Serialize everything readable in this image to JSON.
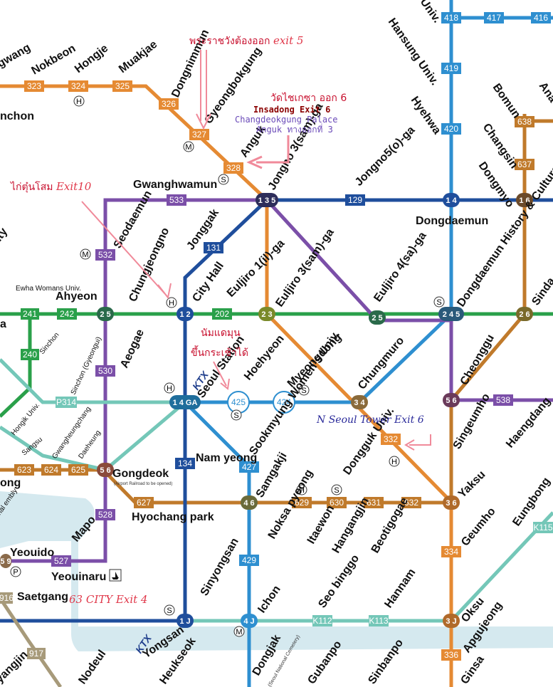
{
  "colors": {
    "line1": "#1f4e9c",
    "line2": "#2aa04a",
    "line3": "#e58a33",
    "line4": "#2e8fd0",
    "line5": "#7b4fa8",
    "line6": "#c07a2b",
    "airport": "#6ec3b4",
    "gyeongui": "#74c7b8",
    "river": "#d5e9ef",
    "annotation": "#e0384a"
  },
  "stations": {
    "gwang": "gwang",
    "nokbeon": "Nokbeon",
    "hongje": "Hongje",
    "muakjae": "Muakjae",
    "dongnimmun": "Dongnimmun",
    "gyeongbokgung": "Gyeongbokgung",
    "anguk": "Anguk",
    "jongno3": "Jongno 3(sam)-ga",
    "gwanghwamun": "Gwanghwamun",
    "jongno5": "Jongno5(o)-ga",
    "hyehwa": "Hyehwa",
    "hansung": "Hansung Univ.",
    "univ_top": "Univ.",
    "bomun": "Bomun",
    "changsin": "Changsin",
    "dongmyo": "Dongmyo",
    "dongdaemun": "Dongdaemun",
    "seodaemun": "Seodaemun",
    "jonggak": "Jonggak",
    "city_hall": "City Hall",
    "euljiro1": "Euljiro 1(il)-ga",
    "euljiro3": "Euljiro 3(sam)-ga",
    "euljiro4": "Euljiro 4(sa)-ga",
    "ddp": "Dongdaemun History & Culture Park",
    "sinda": "Sinda",
    "ewha": "Ewha Womans Univ.",
    "ahyeon": "Ahyeon",
    "chungjeongno": "Chungjeongno",
    "sinchon": "Sinchon",
    "aeogae": "Aeogae",
    "seoul_station": "Seoul Station",
    "hoehyeon": "Hoehyeon",
    "myeongdong": "Myeongdong",
    "chungmuro": "Chungmuro",
    "cheonggu": "Cheonggu",
    "sinchon_gyeongui": "Sinchon (Gyeongui)",
    "hongik": "Hongik Univ.",
    "sangsu": "Sangsu",
    "gwangheungchang": "Gwangheungchang",
    "daeheung": "Daeheung",
    "gongdeok": "Gongdeok",
    "gongdeok_note": "(Airport Railroad to be opened)",
    "sookmyung": "Sookmyung Women's Univ.",
    "namyeong": "Nam yeong",
    "dongguk": "Dongguk Univ.",
    "yaksu": "Yaksu",
    "singeumho": "Singeumho",
    "haengdang": "Haengdang",
    "hyochang": "Hyochang park",
    "samgakji": "Samgakji",
    "noksapyeong": "Noksa pyeong",
    "itaewon": "Itaewon",
    "hangangjin": "Hangangjin",
    "beotigogae": "Beotigogae",
    "geumho": "Geumho",
    "eungbong": "Eungbong",
    "mapo": "Mapo",
    "ong": "ong",
    "assembly": "nal embly",
    "yeouido": "Yeouido",
    "yeouinaru": "Yeouinaru",
    "saetgang": "Saetgang",
    "sinyongsan": "Sinyongsan",
    "ichon": "Ichon",
    "seobinggo": "Seo binggo",
    "hannam": "Hannam",
    "oksu": "Oksu",
    "yongsan": "Yongsan",
    "apgujeong": "Apgujeong",
    "heukseok": "Heukseok",
    "nodeul": "Nodeul",
    "dongjak": "Dongjak",
    "dongjak_note": "(Seoul National Cemetery)",
    "gubanpo": "Gubanpo",
    "sinbanpo": "Sinbanpo",
    "ginsa": "Ginsa",
    "nchon": "nchon",
    "ity": "ity",
    "a": "a",
    "yangjin": "yangjin",
    "ana": "Ana"
  },
  "codes": {
    "c323": "323",
    "c324": "324",
    "c325": "325",
    "c326": "326",
    "c327": "327",
    "c328": "328",
    "c418": "418",
    "c417": "417",
    "c416": "416",
    "c419": "419",
    "c420": "420",
    "c533": "533",
    "c129": "129",
    "c638": "638",
    "c637": "637",
    "c532": "532",
    "c131": "131",
    "c202": "202",
    "c241": "241",
    "c242": "242",
    "c240": "240",
    "c530": "530",
    "c425": "425",
    "c424": "424",
    "c538": "538",
    "cP314": "P314",
    "c332": "332",
    "c623": "623",
    "c624": "624",
    "c625": "625",
    "c134": "134",
    "c427": "427",
    "c627": "627",
    "c629": "629",
    "c630": "630",
    "c631": "631",
    "c632": "632",
    "c528": "528",
    "c334": "334",
    "cK115": "K115",
    "c527": "527",
    "c429": "429",
    "cK112": "K112",
    "cK113": "K113",
    "c336": "336",
    "c916": "916",
    "c917": "917"
  },
  "badges": {
    "jongno3": "1 3 5",
    "dongdaemun": "1 4",
    "dongmyo": "1 6",
    "chungjeongno": "2 5",
    "city_hall": "1 2",
    "euljiro3": "2 3",
    "euljiro4": "2 5",
    "ddp": "2 4 5",
    "sinda": "2 6",
    "seoul_station": "1 4 GA",
    "chungmuro": "3 4",
    "cheonggu": "5 6",
    "gongdeok": "5 6",
    "samgakji": "4 6",
    "yaksu": "3 6",
    "yeouido": "5 9",
    "yongsan": "1 J",
    "ichon": "4 J",
    "oksu": "3 J"
  },
  "markers": {
    "h": "H",
    "m": "M",
    "s": "S",
    "p": "P",
    "ktx": "KTX"
  },
  "annotations": {
    "exit5_thai": "พระราชวังต้องออก",
    "exit5": "exit 5",
    "wat_thai": "วัดไชเกซา ออก 6",
    "insadong": "Insadong   Exit 6",
    "changdeok": "Changdeokgung Palace",
    "anguk_note": "Anguk ทางออกที่ 3",
    "kai_thai": "ไก่ตุ๋นโสม",
    "exit10": "Exit10",
    "namdaemun_thai": "นัมแดมุน",
    "namdaemun2_thai": "ขึ้นกระเช้าได้",
    "nseoul": "N Seoul Tower Exit 6",
    "city63": "63 CITY Exit 4"
  }
}
